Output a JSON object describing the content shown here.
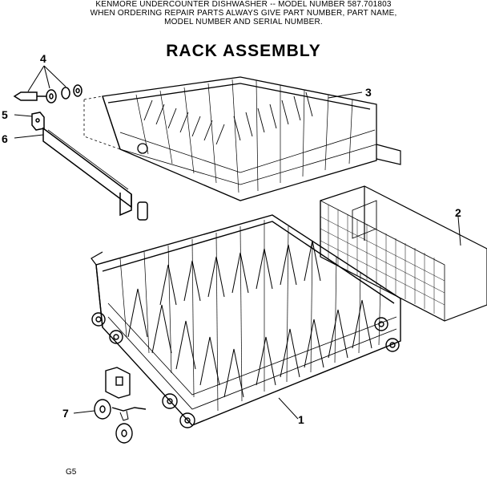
{
  "header": {
    "line1": "KENMORE UNDERCOUNTER DISHWASHER -- MODEL NUMBER 587.701803",
    "line2": "WHEN ORDERING REPAIR PARTS ALWAYS GIVE PART NUMBER, PART NAME,",
    "line3": "MODEL NUMBER AND SERIAL NUMBER."
  },
  "title": "RACK ASSEMBLY",
  "footer_code": "G5",
  "callouts": {
    "c1": "1",
    "c2": "2",
    "c3": "3",
    "c4": "4",
    "c5": "5",
    "c6": "6",
    "c7": "7"
  }
}
